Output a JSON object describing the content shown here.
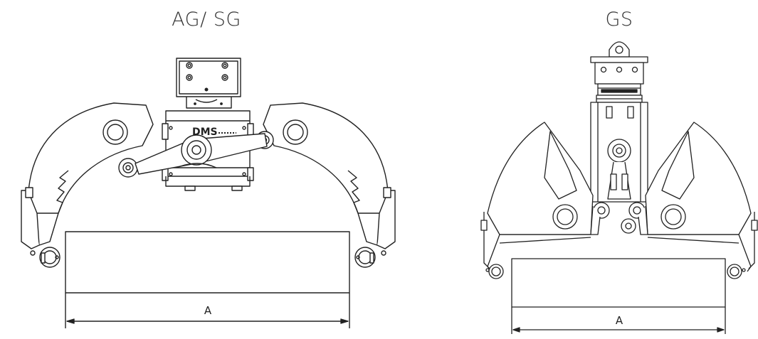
{
  "diagrams": [
    {
      "title": "AG/ SG",
      "dimension_label": "A"
    },
    {
      "title": "GS",
      "dimension_label": "A"
    }
  ],
  "brand_mark": "DMS",
  "colors": {
    "line": "#222222",
    "fill": "#ffffff",
    "shade": "#9a9a9a"
  }
}
